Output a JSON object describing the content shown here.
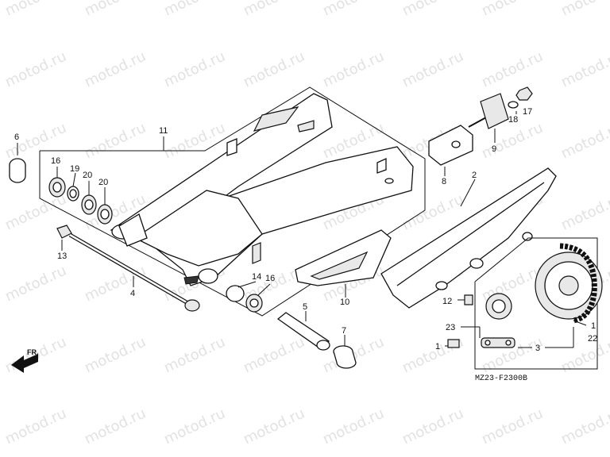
{
  "watermark": {
    "text": "motod.ru",
    "color": "#e2e2e2"
  },
  "diagram_code": "MZ23-F2300B",
  "direction_label": "FR.",
  "callouts": [
    {
      "id": "c6",
      "text": "6"
    },
    {
      "id": "c11",
      "text": "11"
    },
    {
      "id": "c16a",
      "text": "16"
    },
    {
      "id": "c19",
      "text": "19"
    },
    {
      "id": "c20a",
      "text": "20"
    },
    {
      "id": "c20b",
      "text": "20"
    },
    {
      "id": "c13",
      "text": "13"
    },
    {
      "id": "c4",
      "text": "4"
    },
    {
      "id": "c14",
      "text": "14"
    },
    {
      "id": "c16b",
      "text": "16"
    },
    {
      "id": "c5",
      "text": "5"
    },
    {
      "id": "c7",
      "text": "7"
    },
    {
      "id": "c10",
      "text": "10"
    },
    {
      "id": "c2",
      "text": "2"
    },
    {
      "id": "c8",
      "text": "8"
    },
    {
      "id": "c9",
      "text": "9"
    },
    {
      "id": "c18",
      "text": "18"
    },
    {
      "id": "c17",
      "text": "17"
    },
    {
      "id": "c12",
      "text": "12"
    },
    {
      "id": "c23",
      "text": "23"
    },
    {
      "id": "c1a",
      "text": "1"
    },
    {
      "id": "c3",
      "text": "3"
    },
    {
      "id": "c1b",
      "text": "1"
    },
    {
      "id": "c22",
      "text": "22"
    }
  ]
}
